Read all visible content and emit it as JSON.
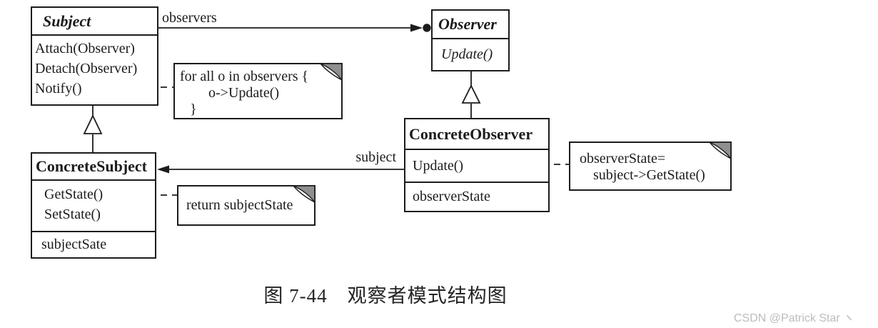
{
  "diagram": {
    "classes": {
      "subject": {
        "name": "Subject",
        "methods": [
          "Attach(Observer)",
          "Detach(Observer)",
          "Notify()"
        ]
      },
      "observer": {
        "name": "Observer",
        "methods": [
          "Update()"
        ]
      },
      "concrete_subject": {
        "name": "ConcreteSubject",
        "methods": [
          "GetState()",
          "SetState()"
        ],
        "attributes": [
          "subjectSate"
        ]
      },
      "concrete_observer": {
        "name": "ConcreteObserver",
        "methods": [
          "Update()"
        ],
        "attributes": [
          "observerState"
        ]
      }
    },
    "notes": {
      "notify_note": {
        "lines": [
          "for all o in observers {",
          "o->Update()",
          "}"
        ]
      },
      "update_note": {
        "lines": [
          "observerState=",
          "subject->GetState()"
        ]
      },
      "getstate_note": {
        "lines": [
          "return subjectState"
        ]
      }
    },
    "labels": {
      "observers": "observers",
      "subject": "subject"
    }
  },
  "caption": {
    "text": "图 7-44　观察者模式结构图"
  },
  "watermark": {
    "text": "CSDN @Patrick Star ヽ"
  },
  "colors": {
    "line": "#1c1c1c",
    "note_fold_gray": "#8f8f8f",
    "watermark_gray": "#bcbcbc",
    "background": "#ffffff"
  }
}
